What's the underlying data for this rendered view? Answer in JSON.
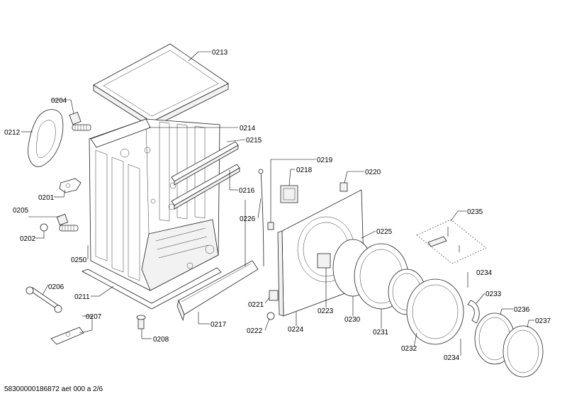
{
  "diagram": {
    "labels": {
      "p0201": "0201",
      "p0202": "0202",
      "p0204": "0204",
      "p0205": "0205",
      "p0206": "0206",
      "p0207": "0207",
      "p0208": "0208",
      "p0211": "0211",
      "p0212": "0212",
      "p0213": "0213",
      "p0214": "0214",
      "p0215": "0215",
      "p0216": "0216",
      "p0217": "0217",
      "p0218": "0218",
      "p0219": "0219",
      "p0220": "0220",
      "p0221": "0221",
      "p0222": "0222",
      "p0223": "0223",
      "p0224": "0224",
      "p0225": "0225",
      "p0226": "0226",
      "p0230": "0230",
      "p0231": "0231",
      "p0232": "0232",
      "p0233": "0233",
      "p0234a": "0234",
      "p0234b": "0234",
      "p0235": "0235",
      "p0236": "0236",
      "p0237": "0237",
      "p0250": "0250"
    }
  },
  "footer": {
    "text": "58300000186872 aet 000 a 2/6"
  }
}
